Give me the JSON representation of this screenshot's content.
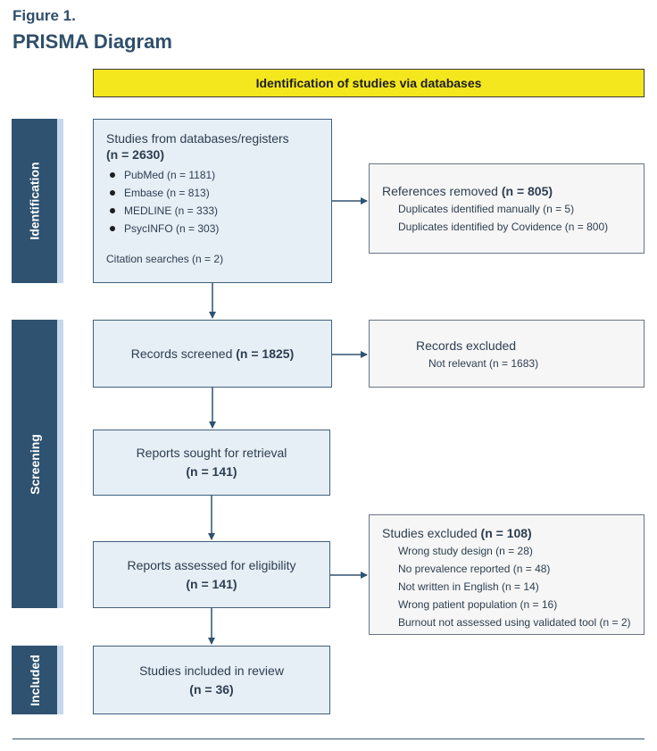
{
  "figure": {
    "label": "Figure 1.",
    "title": "PRISMA Diagram"
  },
  "banner": "Identification of studies via databases",
  "sections": {
    "identification": "Identification",
    "screening": "Screening",
    "included": "Included"
  },
  "databases": {
    "title": "Studies from databases/registers",
    "count": "(n = 2630)",
    "items": [
      "PubMed (n = 1181)",
      "Embase (n = 813)",
      "MEDLINE (n = 333)",
      "PsycINFO (n = 303)"
    ],
    "citation": "Citation searches (n = 2)"
  },
  "removed": {
    "title": "References removed",
    "count": "(n = 805)",
    "items": [
      "Duplicates identified manually (n = 5)",
      "Duplicates identified by Covidence (n = 800)"
    ]
  },
  "screened": {
    "label": "Records screened",
    "count": "(n = 1825)"
  },
  "records_excluded": {
    "title": "Records excluded",
    "items": [
      "Not relevant (n = 1683)"
    ]
  },
  "sought": {
    "label": "Reports sought for retrieval",
    "count": "(n = 141)"
  },
  "assessed": {
    "label": "Reports assessed for eligibility",
    "count": "(n = 141)"
  },
  "studies_excluded": {
    "title": "Studies excluded",
    "count": "(n = 108)",
    "items": [
      "Wrong study design (n = 28)",
      "No prevalence reported (n = 48)",
      "Not written in English (n = 14)",
      "Wrong patient population (n = 16)",
      "Burnout not assessed using validated tool (n = 2)"
    ]
  },
  "included_box": {
    "label": "Studies included in review",
    "count": "(n = 36)"
  },
  "colors": {
    "banner": "#f5e71e",
    "side": "#2e5270",
    "box_fill": "#e6eef6",
    "box_border": "#40607c",
    "arrow": "#2e5270"
  }
}
